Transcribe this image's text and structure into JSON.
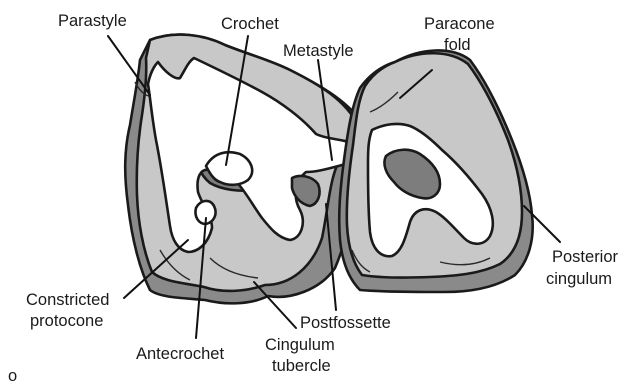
{
  "colors": {
    "enamel": "#c8c8c8",
    "cingulum": "#8a8a8a",
    "fossette": "#7d7d7d",
    "dentine": "#ffffff",
    "outline": "#1a1a1a"
  },
  "labels": {
    "parastyle": "Parastyle",
    "crochet": "Crochet",
    "metastyle": "Metastyle",
    "paracone_fold_1": "Paracone",
    "paracone_fold_2": "fold",
    "posterior_cingulum_1": "Posterior",
    "posterior_cingulum_2": "cingulum",
    "constricted_protocone_1": "Constricted",
    "constricted_protocone_2": "protocone",
    "antecrochet": "Antecrochet",
    "cingulum_tubercle_1": "Cingulum",
    "cingulum_tubercle_2": "tubercle",
    "postfossette": "Postfossette",
    "panel_letter": "o"
  }
}
